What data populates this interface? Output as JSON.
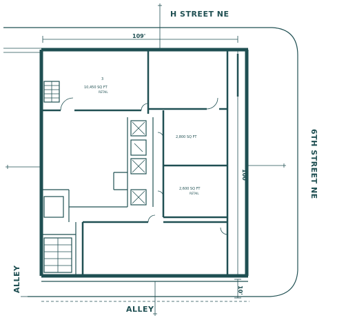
{
  "streets": {
    "north": "H STREET NE",
    "east": "6TH STREET NE",
    "south": "ALLEY",
    "west": "ALLEY"
  },
  "dimensions": {
    "top": "109'",
    "right": "100'",
    "bottom_right": "10'"
  },
  "rooms": {
    "top_left_number": "3",
    "top_left_name": "10,450 SQ FT",
    "top_left_sub": "RETAIL",
    "mid_right_name": "2,800 SQ FT",
    "center_right_name": "2,600 SQ FT",
    "center_right_sub": "RETAIL"
  },
  "colors": {
    "line": "#1f4f52",
    "background": "#ffffff"
  }
}
